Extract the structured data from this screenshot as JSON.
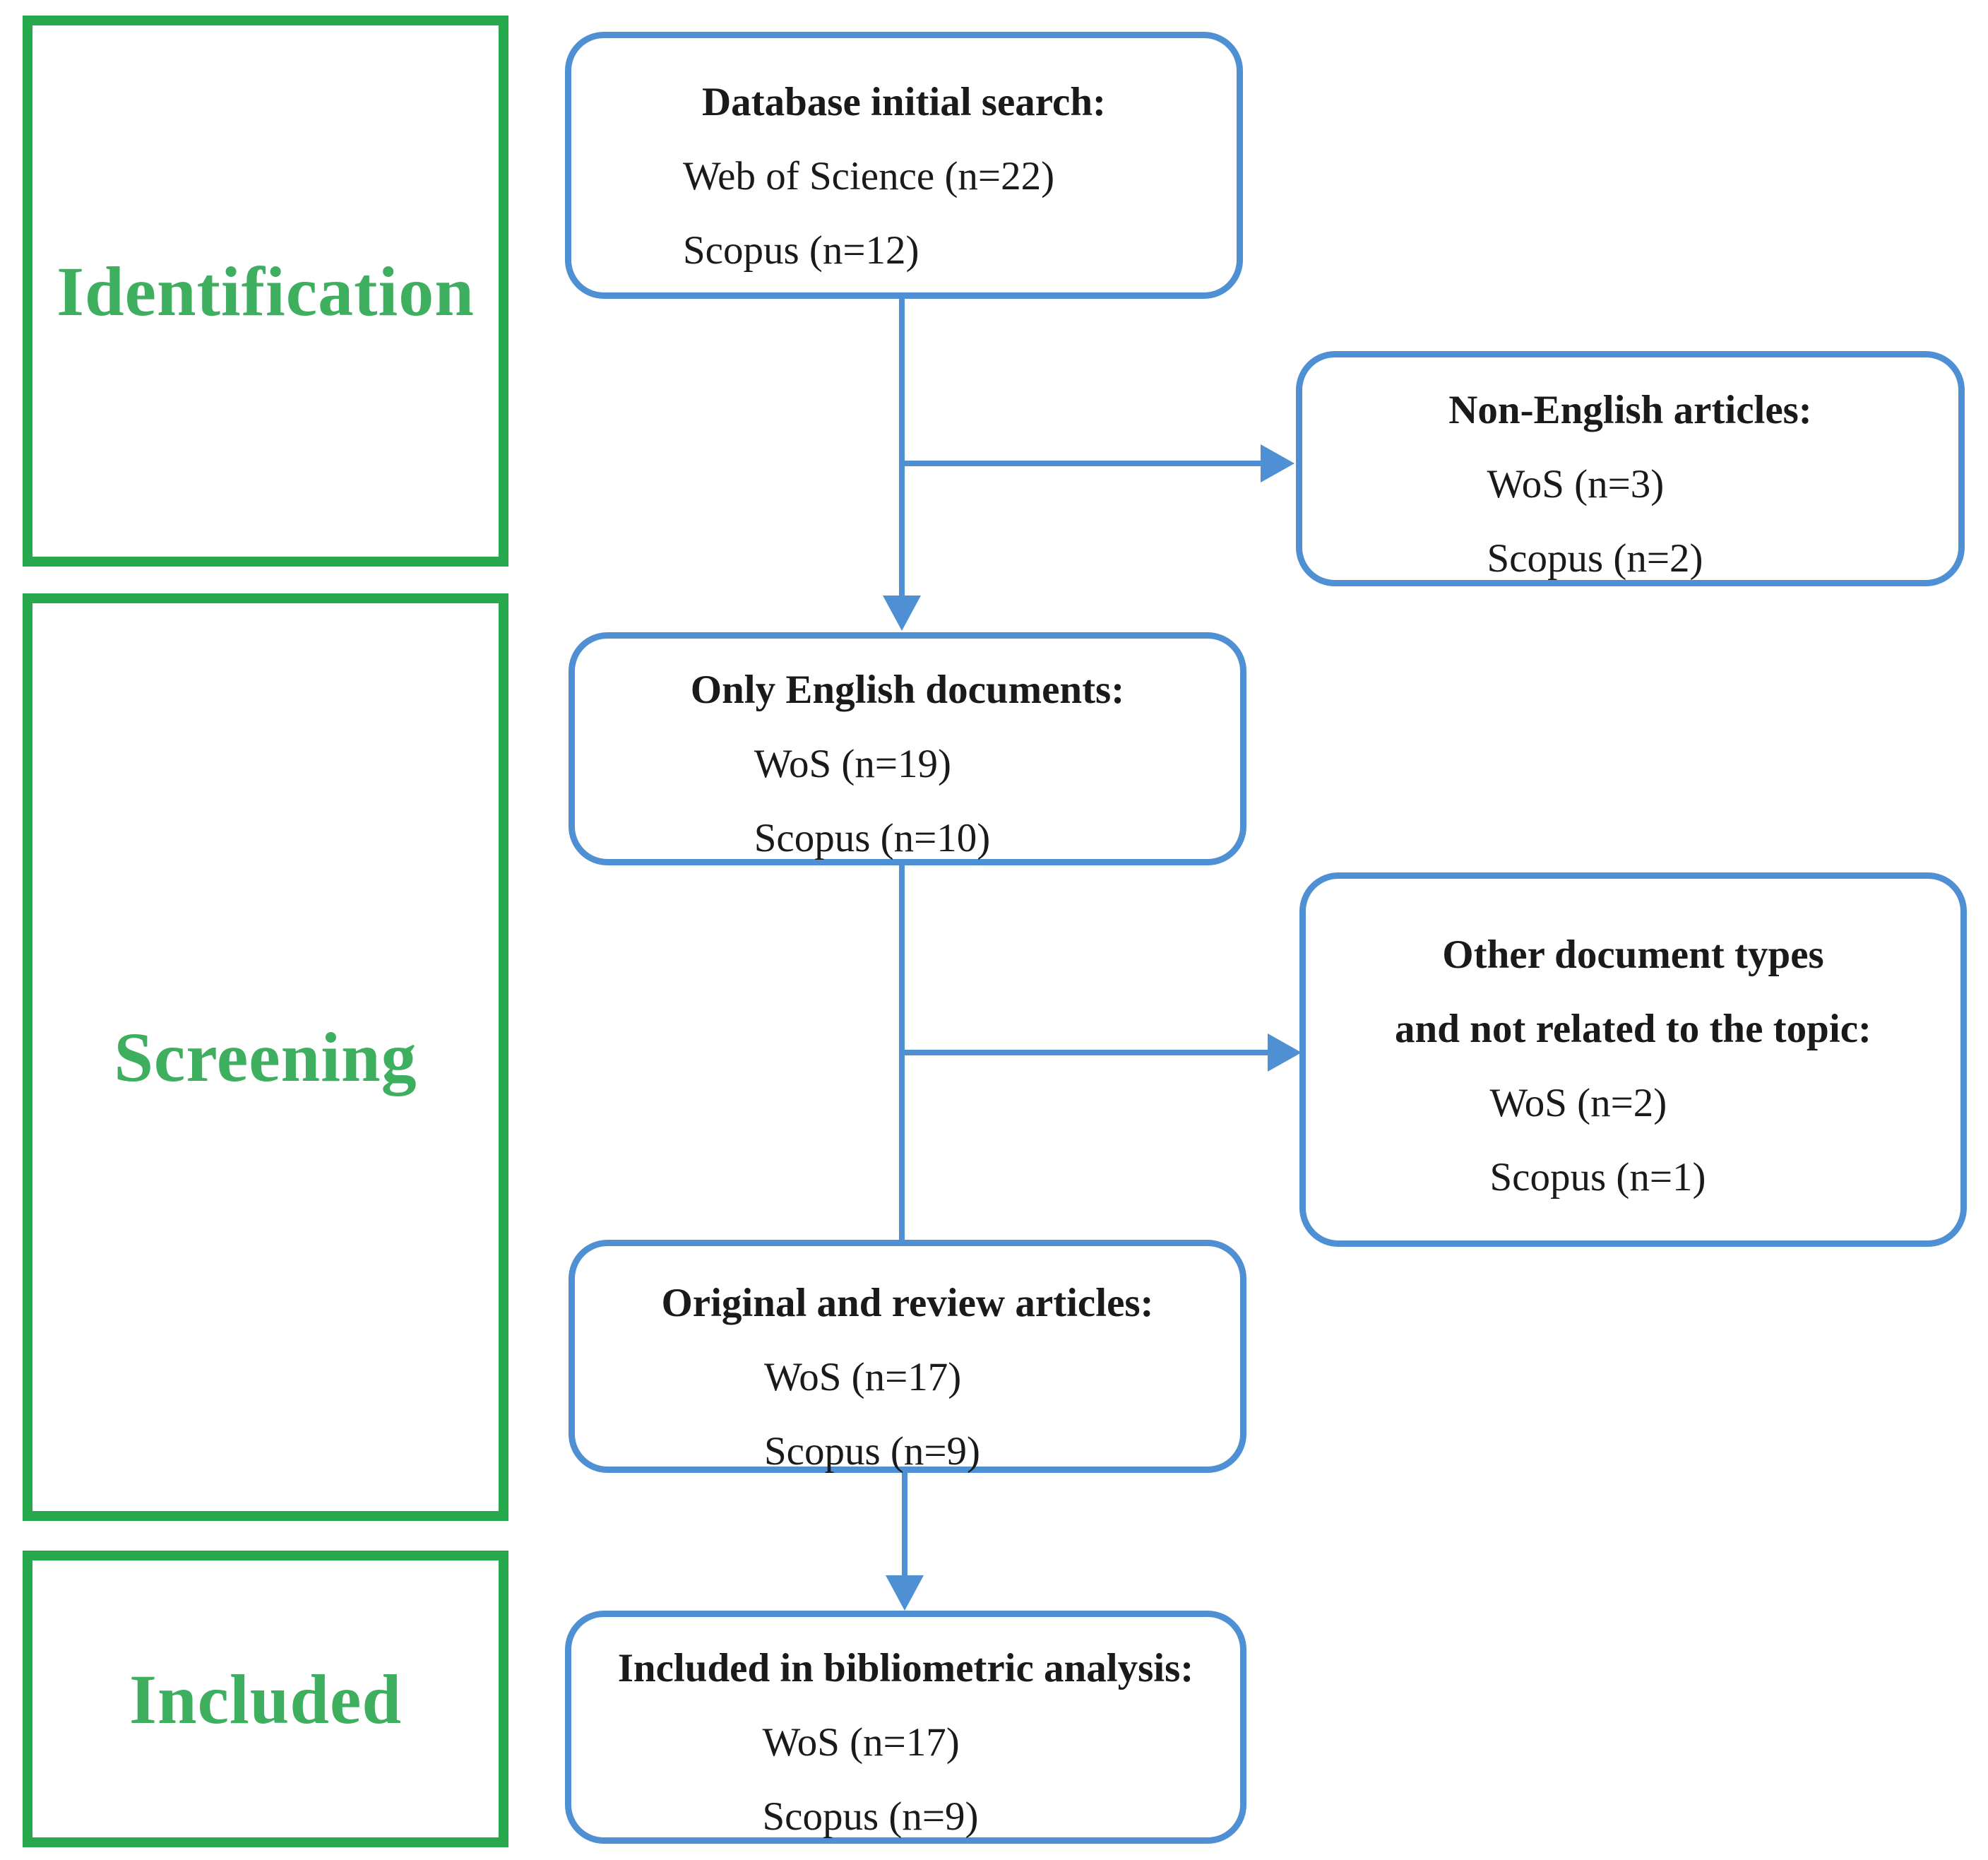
{
  "stages": [
    {
      "label": "Identification"
    },
    {
      "label": "Screening"
    },
    {
      "label": "Included"
    }
  ],
  "flow_boxes": [
    {
      "heading": "Database initial search:",
      "items": [
        "Web of Science (n=22)",
        "Scopus (n=12)"
      ]
    },
    {
      "heading": "Only English documents:",
      "items": [
        "WoS (n=19)",
        "Scopus (n=10)"
      ]
    },
    {
      "heading": "Original and review articles:",
      "items": [
        "WoS (n=17)",
        "Scopus (n=9)"
      ]
    },
    {
      "heading": "Included in bibliometric analysis:",
      "items": [
        "WoS (n=17)",
        "Scopus (n=9)"
      ]
    }
  ],
  "exclusion_boxes": [
    {
      "heading": "Non-English articles:",
      "items": [
        "WoS (n=3)",
        "Scopus (n=2)"
      ]
    },
    {
      "heading": "Other document types\nand not related to the topic:",
      "items": [
        "WoS (n=2)",
        "Scopus (n=1)"
      ]
    }
  ],
  "colors": {
    "blue": "#4e90d3",
    "green_border": "#27a84d",
    "green_text": "#3eae5f",
    "text": "#1a1a1a",
    "background": "#ffffff"
  }
}
